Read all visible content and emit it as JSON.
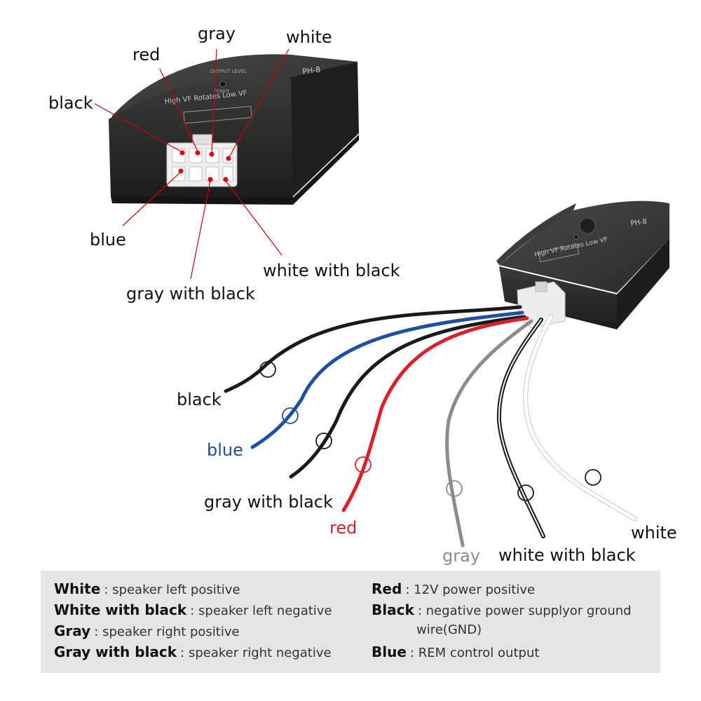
{
  "colors": {
    "black": "#1a1a1a",
    "blue": "#1f4f9e",
    "red": "#d9212b",
    "gray": "#8c8c8c",
    "white": "#ffffff",
    "device_body": "#2b2b2b",
    "leader_line": "#d10000",
    "legend_bg": "#e5e5e5"
  },
  "device": {
    "model": "PH-8",
    "face_text": "High VF Rotates Low VF",
    "knob_label": "OUTPUT LEVEL",
    "power_label": "POWER"
  },
  "connector_labels": {
    "black": "black",
    "red": "red",
    "gray": "gray",
    "white": "white",
    "blue": "blue",
    "gray_with_black": "gray with black",
    "white_with_black": "white with black"
  },
  "wire_labels": {
    "black": "black",
    "blue": "blue",
    "gray_with_black": "gray with black",
    "red": "red",
    "gray": "gray",
    "white_with_black": "white with black",
    "white": "white"
  },
  "legend": {
    "left": [
      {
        "key": "White",
        "desc": ": speaker left positive"
      },
      {
        "key": "White with black",
        "desc": ": speaker left negative"
      },
      {
        "key": "Gray",
        "desc": ": speaker right positive"
      },
      {
        "key": "Gray with black",
        "desc": ": speaker right negative"
      }
    ],
    "right": [
      {
        "key": "Red",
        "desc": ": 12V power positive"
      },
      {
        "key": "Black",
        "desc": ": negative power supplyor ground"
      },
      {
        "key": "",
        "desc": "wire(GND)"
      },
      {
        "key": "Blue",
        "desc": ": REM control output"
      }
    ]
  }
}
